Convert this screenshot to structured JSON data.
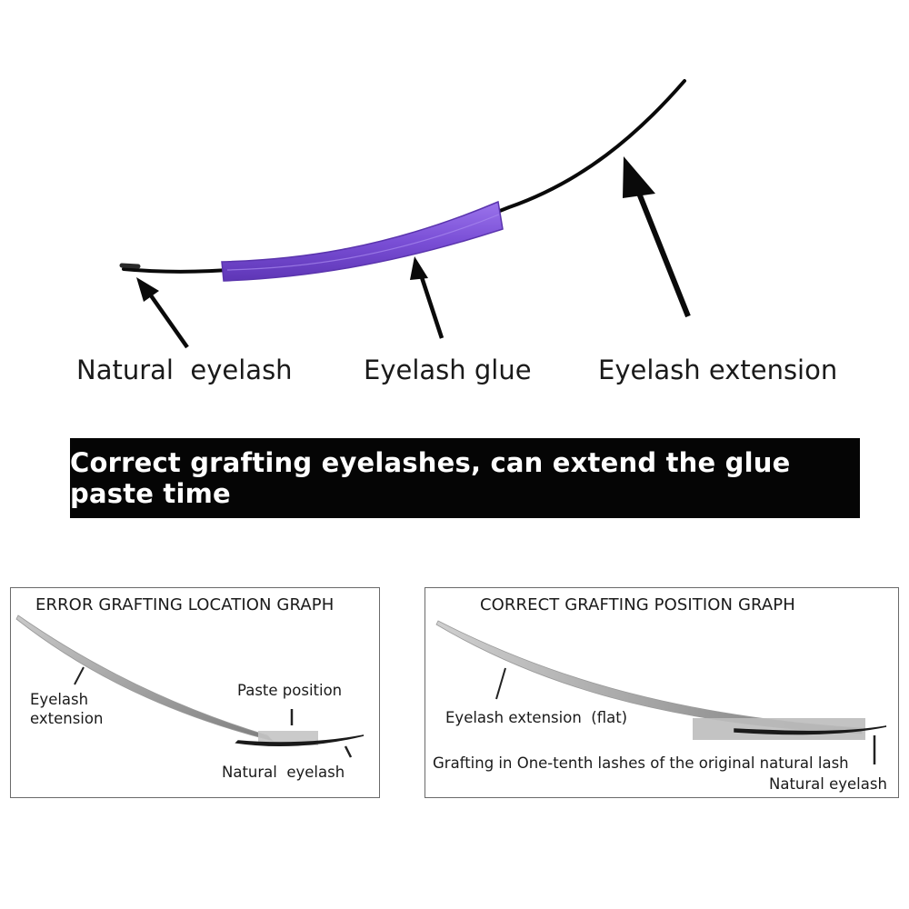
{
  "top": {
    "natural_eyelash_label": "Natural  eyelash",
    "glue_label": "Eyelash glue",
    "extension_label": "Eyelash extension",
    "glue_color": "#7a4fd6"
  },
  "banner": {
    "text": "Correct grafting eyelashes, can extend the glue paste time"
  },
  "error_panel": {
    "title": "ERROR GRAFTING LOCATION GRAPH",
    "extension_label_line1": "Eyelash",
    "extension_label_line2": "extension",
    "paste_label": "Paste position",
    "natural_label": "Natural  eyelash"
  },
  "correct_panel": {
    "title": "CORRECT GRAFTING POSITION GRAPH",
    "extension_label": "Eyelash extension  (flat)",
    "grafting_label": "Grafting in One-tenth lashes of the original natural lash",
    "natural_label": "Natural eyelash"
  }
}
